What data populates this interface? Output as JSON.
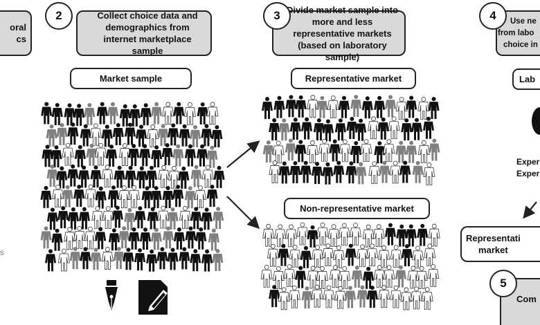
{
  "step1": {
    "line1": "oral",
    "line2": "cs",
    "side_text": "s"
  },
  "step2": {
    "number": "2",
    "text": "Collect choice data and demographics from internet marketplace sample",
    "label": "Market sample"
  },
  "step3": {
    "number": "3",
    "text": "Divide market sample into more and less representative markets (based on laboratory sample)",
    "label_rep": "Representative market",
    "label_nonrep": "Non-representative market"
  },
  "step4": {
    "number": "4",
    "line1": "Use ne",
    "line2": "from labo",
    "line3": "choice in",
    "label": "Lab",
    "exp1": "Exper",
    "exp2": "Exper",
    "rep_box_line1": "Representati",
    "rep_box_line2": "market"
  },
  "step5": {
    "number": "5",
    "text": "Com"
  },
  "colors": {
    "black": "#111111",
    "gray": "#808080",
    "white": "#ffffff",
    "box_fill": "#d9d9d9"
  }
}
